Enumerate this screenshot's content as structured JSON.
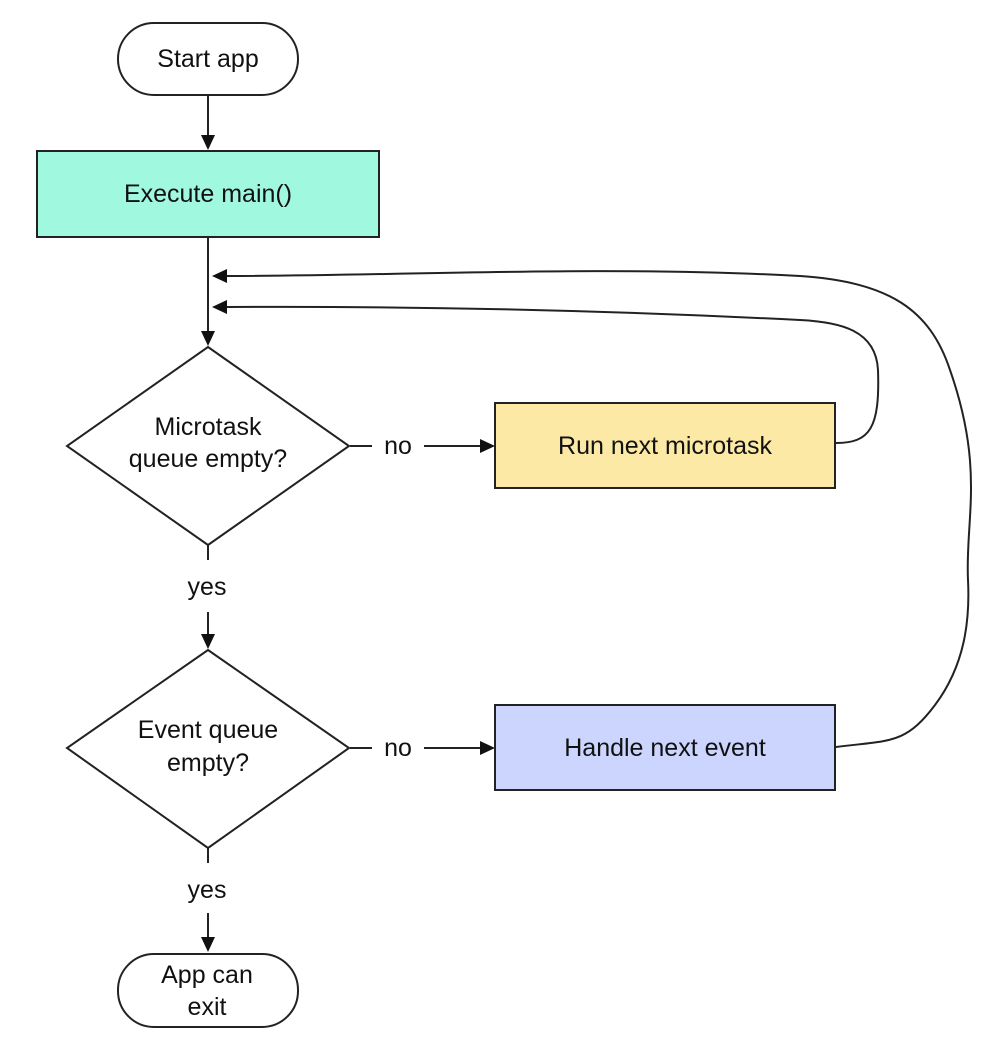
{
  "nodes": {
    "start": {
      "label": "Start app"
    },
    "execute_main": {
      "label": "Execute main()",
      "color": "#a0f9df"
    },
    "microtask_check": {
      "label_lines": [
        "Microtask",
        "queue empty?"
      ]
    },
    "run_microtask": {
      "label": "Run next microtask",
      "color": "#fbe9a5"
    },
    "event_check": {
      "label_lines": [
        "Event queue",
        "empty?"
      ]
    },
    "handle_event": {
      "label": "Handle next event",
      "color": "#cbd5fd"
    },
    "exit": {
      "label_lines": [
        "App can",
        "exit"
      ]
    }
  },
  "edges": {
    "microtask_no": "no",
    "microtask_yes": "yes",
    "event_no": "no",
    "event_yes": "yes"
  },
  "colors": {
    "stroke": "#222222",
    "text": "#111111",
    "background": "#ffffff"
  }
}
